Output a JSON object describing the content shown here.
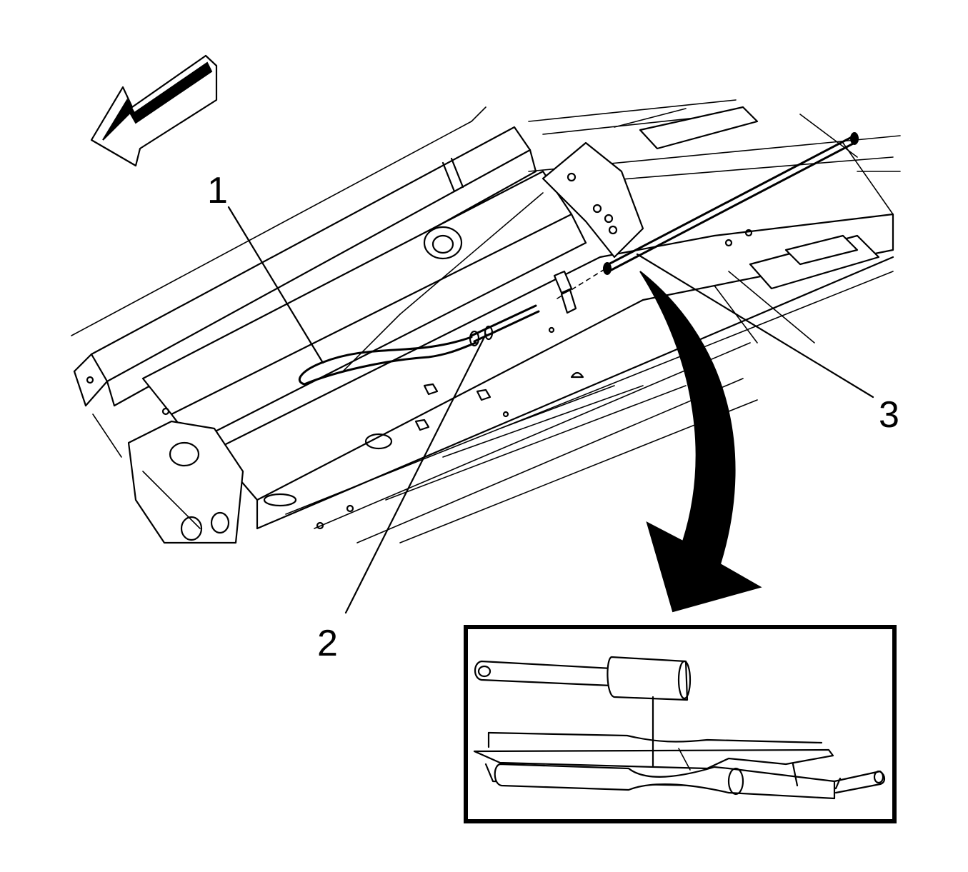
{
  "callouts": [
    {
      "id": "1",
      "text": "1"
    },
    {
      "id": "2",
      "text": "2"
    },
    {
      "id": "3",
      "text": "3"
    }
  ],
  "icons": {
    "direction_arrow": "forward-direction-arrow-icon",
    "detail_arrow": "detail-view-arrow-icon"
  },
  "colors": {
    "ink": "#000000",
    "paper": "#ffffff"
  }
}
